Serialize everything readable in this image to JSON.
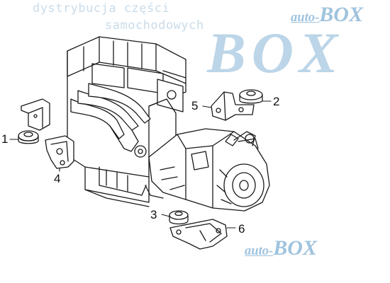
{
  "watermark": {
    "line1": "dystrybucja części",
    "line2": "samochodowych",
    "brand_prefix": "auto-",
    "brand_suffix": "BOX",
    "big_brand": "BOX",
    "color": "#9fc3de"
  },
  "callouts": {
    "c1": "1",
    "c2": "2",
    "c3": "3",
    "c4": "4",
    "c5": "5",
    "c6": "6"
  },
  "parts": [
    {
      "id": "engine",
      "name": "engine-block"
    },
    {
      "id": "gearbox",
      "name": "gearbox"
    },
    {
      "id": "mount-1",
      "name": "engine-mount-left"
    },
    {
      "id": "mount-2",
      "name": "engine-mount-right"
    },
    {
      "id": "mount-3",
      "name": "gearbox-mount-rubber"
    },
    {
      "id": "bracket-4",
      "name": "left-mount-bracket"
    },
    {
      "id": "bracket-5",
      "name": "right-mount-bracket"
    },
    {
      "id": "bracket-6",
      "name": "gearbox-mount-bracket"
    }
  ]
}
